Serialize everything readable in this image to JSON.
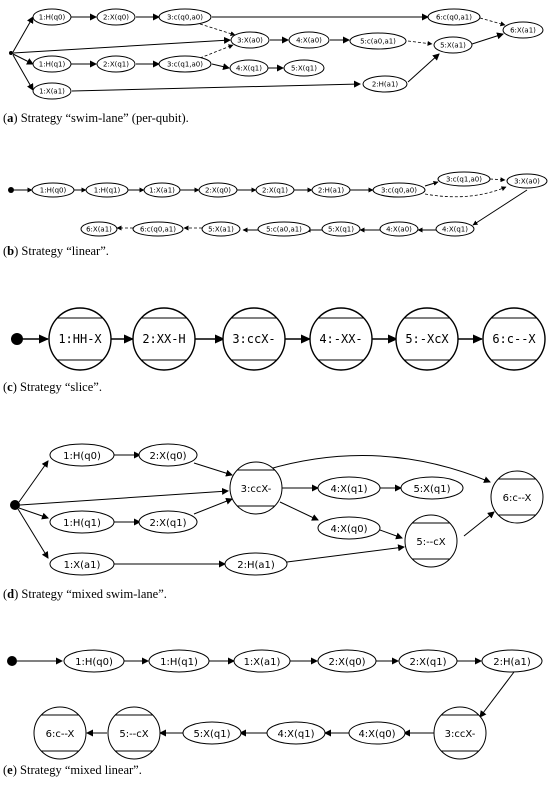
{
  "captions": {
    "a": {
      "letter": "a",
      "text": "Strategy “swim-lane” (per-qubit)."
    },
    "b": {
      "letter": "b",
      "text": "Strategy “linear”."
    },
    "c": {
      "letter": "c",
      "text": "Strategy “slice”."
    },
    "d": {
      "letter": "d",
      "text": "Strategy “mixed swim-lane”."
    },
    "e": {
      "letter": "e",
      "text": "Strategy “mixed linear”."
    }
  },
  "panel_a": {
    "nodes": [
      "1:H(q0)",
      "2:X(q0)",
      "3:c(q0,a0)",
      "6:c(q0,a1)",
      "3:X(a0)",
      "4:X(a0)",
      "5:c(a0,a1)",
      "6:X(a1)",
      "5:X(a1)",
      "1:H(q1)",
      "2:X(q1)",
      "3:c(q1,a0)",
      "4:X(q1)",
      "5:X(q1)",
      "1:X(a1)",
      "2:H(a1)"
    ]
  },
  "panel_b": {
    "nodes": [
      "1:H(q0)",
      "1:H(q1)",
      "1:X(a1)",
      "2:X(q0)",
      "2:X(q1)",
      "2:H(a1)",
      "3:c(q0,a0)",
      "3:c(q1,a0)",
      "3:X(a0)",
      "6:X(a1)",
      "6:c(q0,a1)",
      "5:X(a1)",
      "5:c(a0,a1)",
      "5:X(q1)",
      "4:X(a0)",
      "4:X(q1)"
    ]
  },
  "panel_c": {
    "nodes": [
      "1:HH-X",
      "2:XX-H",
      "3:ccX-",
      "4:-XX-",
      "5:-XcX",
      "6:c--X"
    ]
  },
  "panel_d": {
    "nodes": [
      "1:H(q0)",
      "2:X(q0)",
      "3:ccX-",
      "4:X(q1)",
      "5:X(q1)",
      "6:c--X",
      "1:H(q1)",
      "2:X(q1)",
      "4:X(q0)",
      "5:--cX",
      "1:X(a1)",
      "2:H(a1)"
    ]
  },
  "panel_e": {
    "nodes": [
      "1:H(q0)",
      "1:H(q1)",
      "1:X(a1)",
      "2:X(q0)",
      "2:X(q1)",
      "2:H(a1)",
      "3:ccX-",
      "4:X(q0)",
      "4:X(q1)",
      "5:X(q1)",
      "5:--cX",
      "6:c--X"
    ]
  }
}
